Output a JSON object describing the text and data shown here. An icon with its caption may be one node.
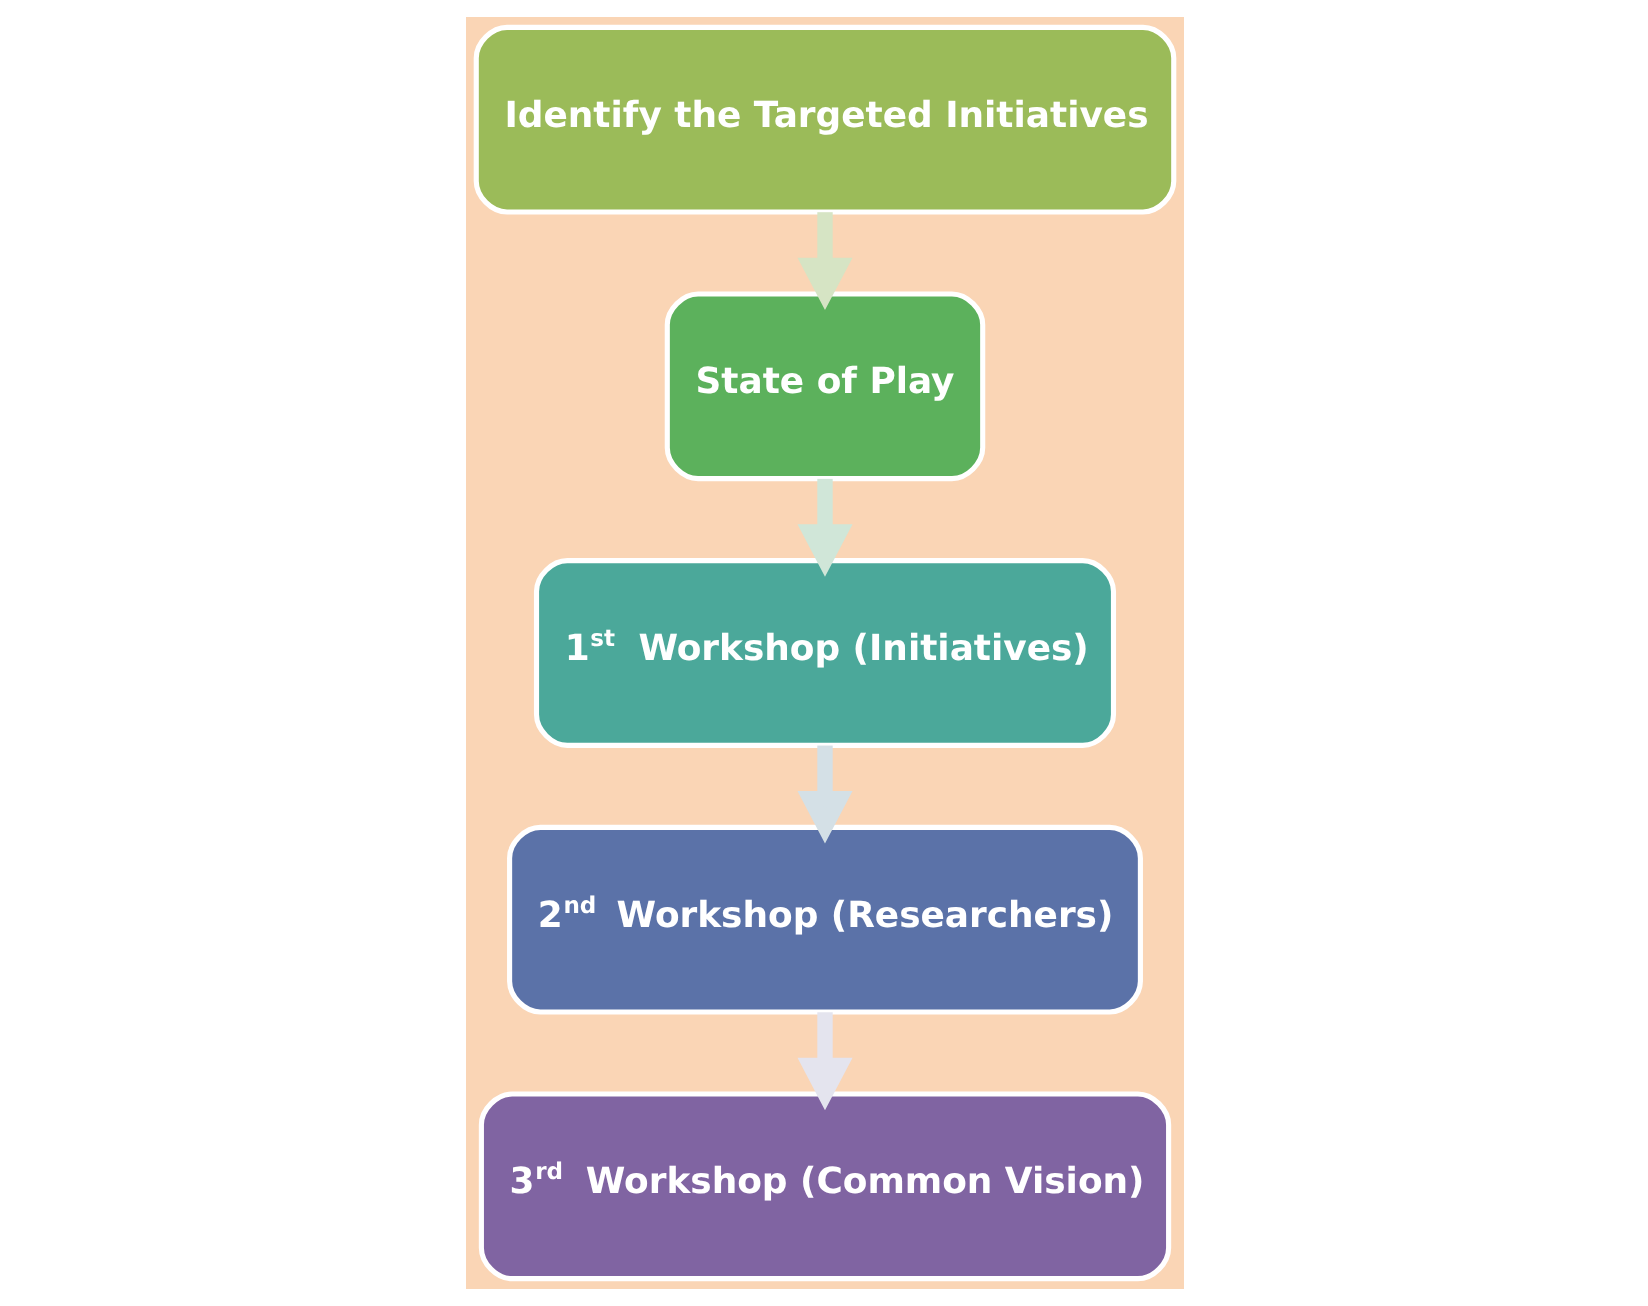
{
  "diagram": {
    "nodes": [
      {
        "text": [
          "Identify the Targeted Initiatives"
        ]
      },
      {
        "text": [
          "State of Play"
        ]
      },
      {
        "text": [
          "1$^{st}$ Workshop (Initiatives)"
        ]
      },
      {
        "text": [
          "2$^{nd}$ Workshop (Researchers)"
        ]
      },
      {
        "text": [
          "3$^{rd}$ Workshop (Common Vision)"
        ]
      }
    ],
    "edges": [
      {
        "from": 0,
        "to": 1,
        "arrow": "to",
        "color": "#d6e4c4"
      },
      {
        "from": 1,
        "to": 2,
        "arrow": "to",
        "color": "#d0e6d8"
      },
      {
        "from": 2,
        "to": 3,
        "arrow": "to",
        "color": "#d4e0e6"
      },
      {
        "from": 3,
        "to": 4,
        "arrow": "to",
        "color": "#e4e4ee"
      }
    ]
  }
}
